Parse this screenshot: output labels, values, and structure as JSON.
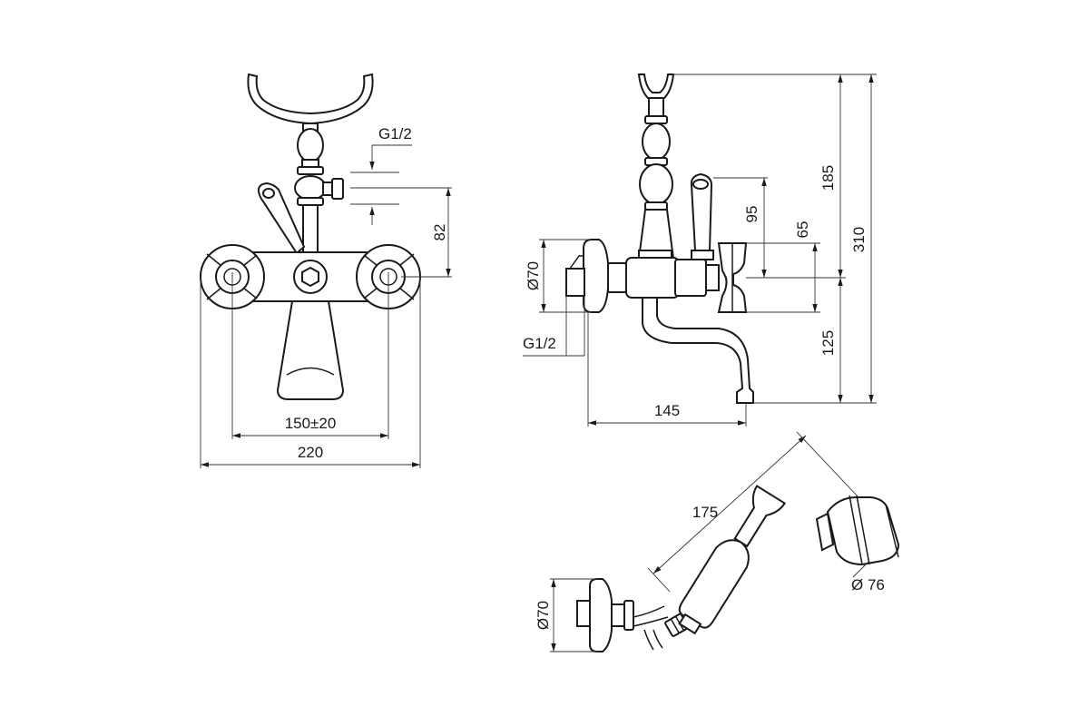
{
  "views": {
    "front": {
      "thread_label": "G1/2",
      "dim_height": "82",
      "dim_center": "150±20",
      "dim_total_width": "220"
    },
    "side": {
      "dim_diameter": "Ø70",
      "thread_label": "G1/2",
      "dim_95": "95",
      "dim_65": "65",
      "dim_185": "185",
      "dim_310": "310",
      "dim_125": "125",
      "dim_spout": "145"
    },
    "handshower": {
      "dim_length": "175",
      "dim_head": "Ø 76",
      "dim_flange": "Ø70"
    }
  }
}
